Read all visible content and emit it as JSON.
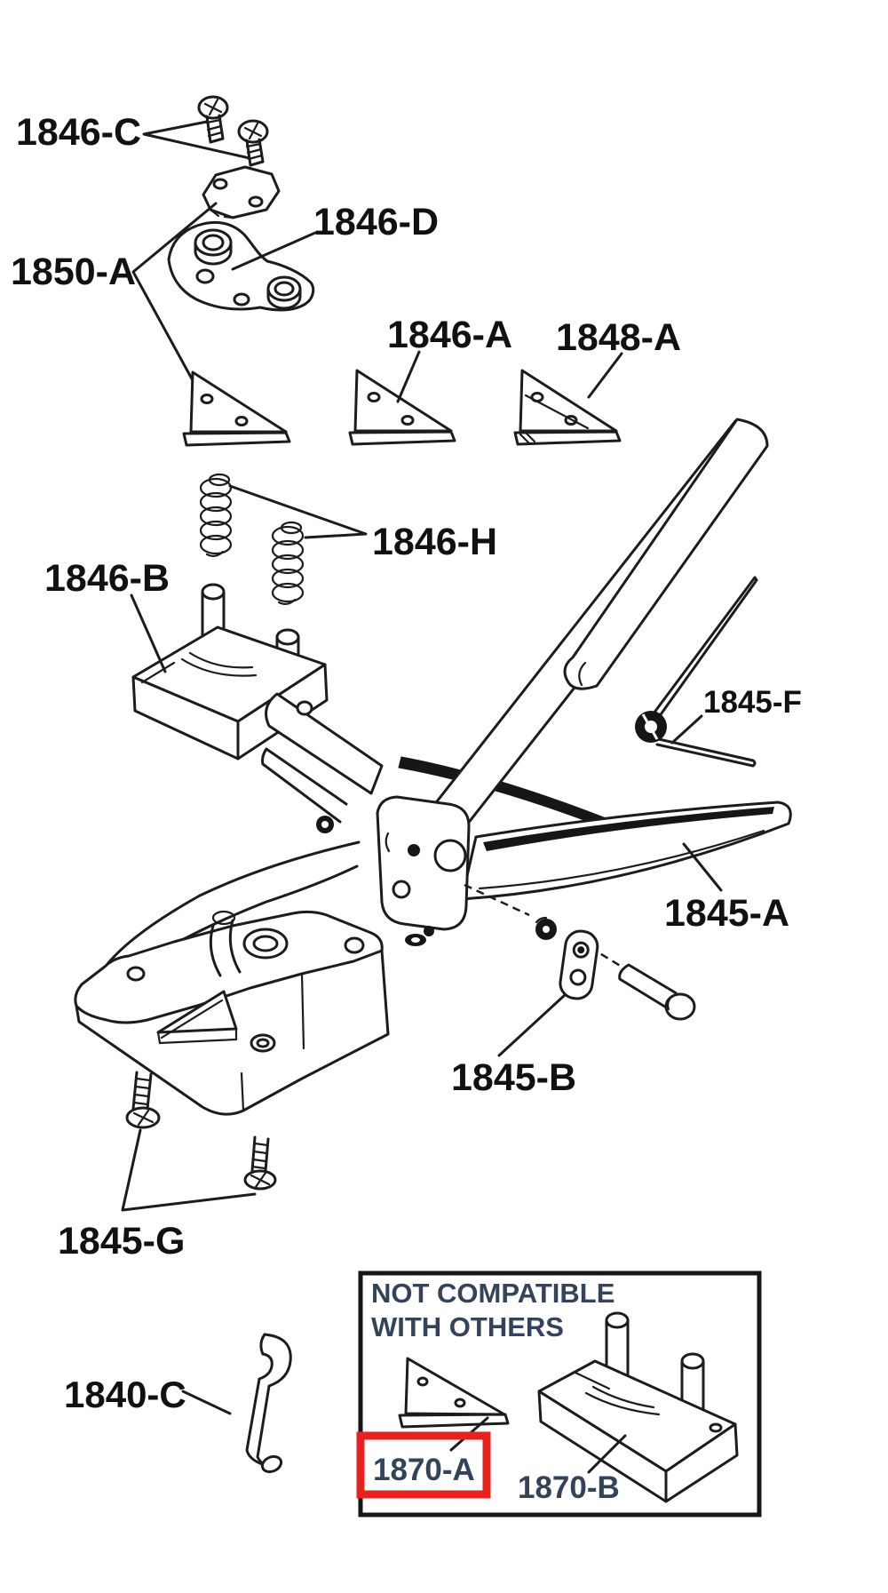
{
  "diagram_title": "Hand punch tool exploded parts diagram",
  "colors": {
    "line": "#1c1c1c",
    "label_text": "#111111",
    "box_text": "#33435c",
    "highlight_red": "#e8201e",
    "background": "#ffffff"
  },
  "labels": {
    "p1846c": "1846-C",
    "p1850a": "1850-A",
    "p1846d": "1846-D",
    "p1846a": "1846-A",
    "p1848a": "1848-A",
    "p1846h": "1846-H",
    "p1846b": "1846-B",
    "p1845f": "1845-F",
    "p1845a": "1845-A",
    "p1845b": "1845-B",
    "p1845g": "1845-G",
    "p1840c": "1840-C"
  },
  "compat_box": {
    "line1": "NOT COMPATIBLE",
    "line2": "WITH OTHERS",
    "p1870a": "1870-A",
    "p1870b": "1870-B"
  }
}
